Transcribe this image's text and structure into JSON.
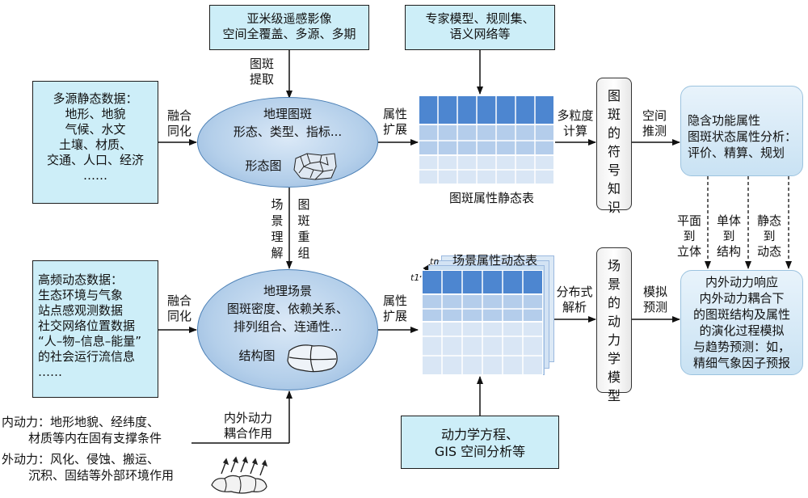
{
  "top_left_box": [
    "亚米级遥感影像",
    "空间全覆盖、多源、多期"
  ],
  "top_mid_box": [
    "专家模型、规则集、",
    "语义网络等"
  ],
  "static_box": [
    "多源静态数据：",
    "地形、地貌",
    "气候、水文",
    "土壤、材质、",
    "交通、人口、经济",
    "……"
  ],
  "dynamic_box": [
    "高频动态数据：",
    "生态环境与气象",
    "站点感观测数据",
    "社交网络位置数据",
    "“人–物–信息–能量”",
    "的社会运行流信息",
    "……"
  ],
  "labels": {
    "patch_extract": [
      "图斑",
      "提取"
    ],
    "fusion1": [
      "融合",
      "同化"
    ],
    "fusion2": [
      "融合",
      "同化"
    ],
    "attr_expand1": [
      "属性",
      "扩展"
    ],
    "attr_expand2": [
      "属性",
      "扩展"
    ],
    "multi_gran": [
      "多粒度",
      "计算"
    ],
    "spatial_infer": [
      "空间",
      "推测"
    ],
    "scene_understand": "场景理解",
    "patch_regroup": "图斑重组",
    "plane_to_solid": [
      "平面",
      "到",
      "立体"
    ],
    "single_to_struct": [
      "单体",
      "到",
      "结构"
    ],
    "static_to_dynamic": [
      "静态",
      "到",
      "动态"
    ],
    "distributed": [
      "分布式",
      "解析"
    ],
    "simulate": [
      "模拟",
      "预测"
    ],
    "coupling": [
      "内外动力",
      "耦合作用"
    ],
    "t1": "t1",
    "tn": "tn"
  },
  "ellipse1": {
    "title": "地理图斑",
    "sub": "形态、类型、指标...",
    "caption": "形态图"
  },
  "ellipse2": {
    "title": "地理场景",
    "line2": "图斑密度、依赖关系、",
    "line3": "排列组合、连通性...",
    "caption": "结构图"
  },
  "static_table_caption": "图斑属性静态表",
  "dynamic_table_caption": "场景属性动态表",
  "knowledge_box": "图斑的符号知识",
  "dynamics_box": "场景的动力学模型",
  "right_top_box": [
    "隐含功能属性",
    "图斑状态属性分析：",
    "评价、精算、规划"
  ],
  "right_bottom_box": [
    "内外动力响应",
    "内外动力耦合下",
    "的图斑结构及属性",
    "的演化过程模拟",
    "与趋势预测：如，",
    "精细气象因子预报"
  ],
  "bottom_box": [
    "动力学方程、",
    "GIS 空间分析等"
  ],
  "internal_force": [
    "内动力：地形地貌、经纬度、",
    "材质等内在固有支撑条件"
  ],
  "external_force": [
    "外动力：风化、侵蚀、搬运、",
    "沉积、固结等外部环境作用"
  ]
}
